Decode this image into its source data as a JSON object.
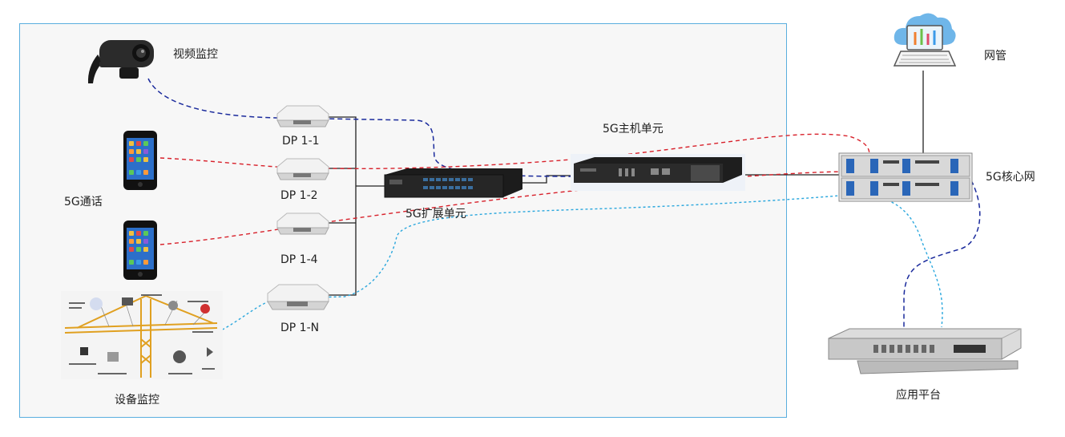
{
  "labels": {
    "video_monitor": "视频监控",
    "call_5g": "5G通话",
    "equipment_monitor": "设备监控",
    "dp_1_1": "DP 1-1",
    "dp_1_2": "DP 1-2",
    "dp_1_4": "DP 1-4",
    "dp_1_n": "DP 1-N",
    "extension_unit": "5G扩展单元",
    "host_unit": "5G主机单元",
    "network_mgmt": "网管",
    "core_network": "5G核心网",
    "app_platform": "应用平台"
  },
  "colors": {
    "frame_border": "#5aaede",
    "video_link": "#1a2a9c",
    "call_link": "#d8202a",
    "equipment_link": "#2aa7dd",
    "wire": "#222222"
  }
}
